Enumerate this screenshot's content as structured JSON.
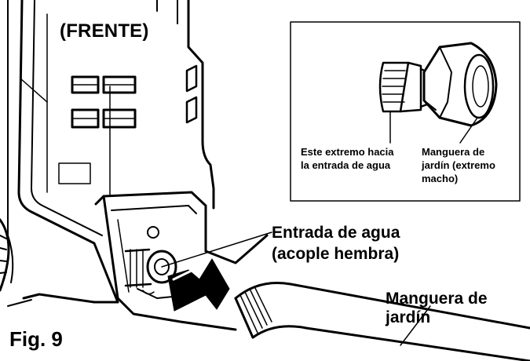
{
  "figure": {
    "view_label": "(FRENTE)",
    "figure_number": "Fig. 9",
    "callouts": {
      "water_inlet": [
        "Entrada de agua",
        "(acople hembra)"
      ],
      "garden_hose": "Manguera de jardín"
    },
    "inset": {
      "left_label": [
        "Este extremo hacia",
        "la entrada de agua"
      ],
      "right_label": [
        "Manguera de",
        "jardín (extremo",
        "macho)"
      ]
    }
  }
}
